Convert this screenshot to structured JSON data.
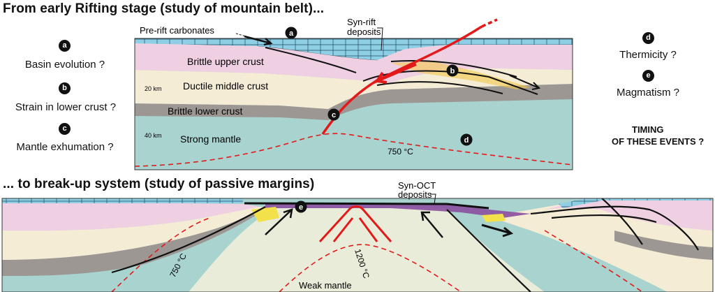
{
  "titles": {
    "top": "From early Rifting stage (study of mountain belt)...",
    "bottom": "... to break-up system (study of passive margins)"
  },
  "left_questions": [
    {
      "badge": "a",
      "text": "Basin evolution ?"
    },
    {
      "badge": "b",
      "text": "Strain in lower crust ?"
    },
    {
      "badge": "c",
      "text": "Mantle exhumation ?"
    }
  ],
  "right_questions": [
    {
      "badge": "d",
      "text": "Thermicity ?"
    },
    {
      "badge": "e",
      "text": "Magmatism ?"
    }
  ],
  "timing": {
    "line1": "TIMING",
    "line2": "OF THESE EVENTS ?"
  },
  "top_section": {
    "layers": {
      "upper_crust": "Brittle upper crust",
      "middle_crust": "Ductile middle crust",
      "lower_crust": "Brittle  lower crust",
      "mantle": "Strong mantle"
    },
    "depths": {
      "d20": "20 km",
      "d40": "40 km"
    },
    "annotations": {
      "pre_rift": "Pre-rift carbonates",
      "syn_rift_1": "Syn-rift",
      "syn_rift_2": "deposits",
      "isotherm": "750 °C"
    },
    "badges": {
      "a": "a",
      "b": "b",
      "c": "c",
      "d": "d"
    }
  },
  "bottom_section": {
    "annotations": {
      "syn_oct_1": "Syn-OCT",
      "syn_oct_2": "deposits",
      "isotherm_750": "750 °C",
      "isotherm_1200": "1200 °C",
      "weak_mantle": "Weak mantle"
    },
    "badges": {
      "e": "e"
    }
  },
  "colors": {
    "upper_crust": "#efd0e3",
    "middle_crust": "#f5ecd6",
    "lower_crust": "#9c9793",
    "mantle": "#a8d3cf",
    "weak_mantle": "#e9ecd8",
    "carbonates": "#8ecfe6",
    "syn_rift": "#f2c84a",
    "syn_oct": "#8b4f9e",
    "fault_red": "#e21a1a"
  }
}
